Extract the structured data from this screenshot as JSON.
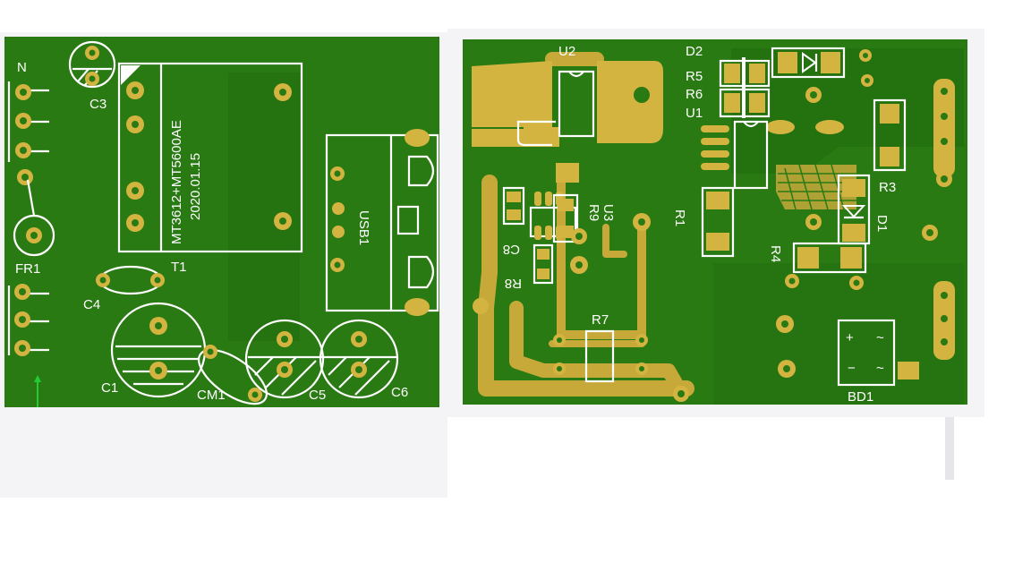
{
  "colors": {
    "board": "#2a7a14",
    "copper": "#d4b440",
    "silkscreen": "#ffffff",
    "frame": "#f4f4f6"
  },
  "left_board": {
    "labels": {
      "n": "N",
      "c3": "C3",
      "fr1": "FR1",
      "c4": "C4",
      "t1": "T1",
      "c1": "C1",
      "cm1": "CM1",
      "c5": "C5",
      "c6": "C6",
      "usb1": "USB1"
    },
    "chip_text": {
      "line1": "MT3612+MT5600AE",
      "line2": "2020.01.15"
    }
  },
  "right_board": {
    "labels": {
      "u2": "U2",
      "d2": "D2",
      "r5": "R5",
      "r6": "R6",
      "u1": "U1",
      "r3": "R3",
      "d1": "D1",
      "r9": "R9",
      "u3": "U3",
      "c8": "C8",
      "r8": "R8",
      "r1": "R1",
      "r4": "R4",
      "r7": "R7",
      "bd1": "BD1"
    },
    "bridge_symbols": {
      "plus": "+",
      "minus": "−",
      "ac1": "~",
      "ac2": "~"
    }
  },
  "axis": {
    "left_icon": "xyz-axis-icon",
    "right_icon": "xyz-axis-icon"
  }
}
